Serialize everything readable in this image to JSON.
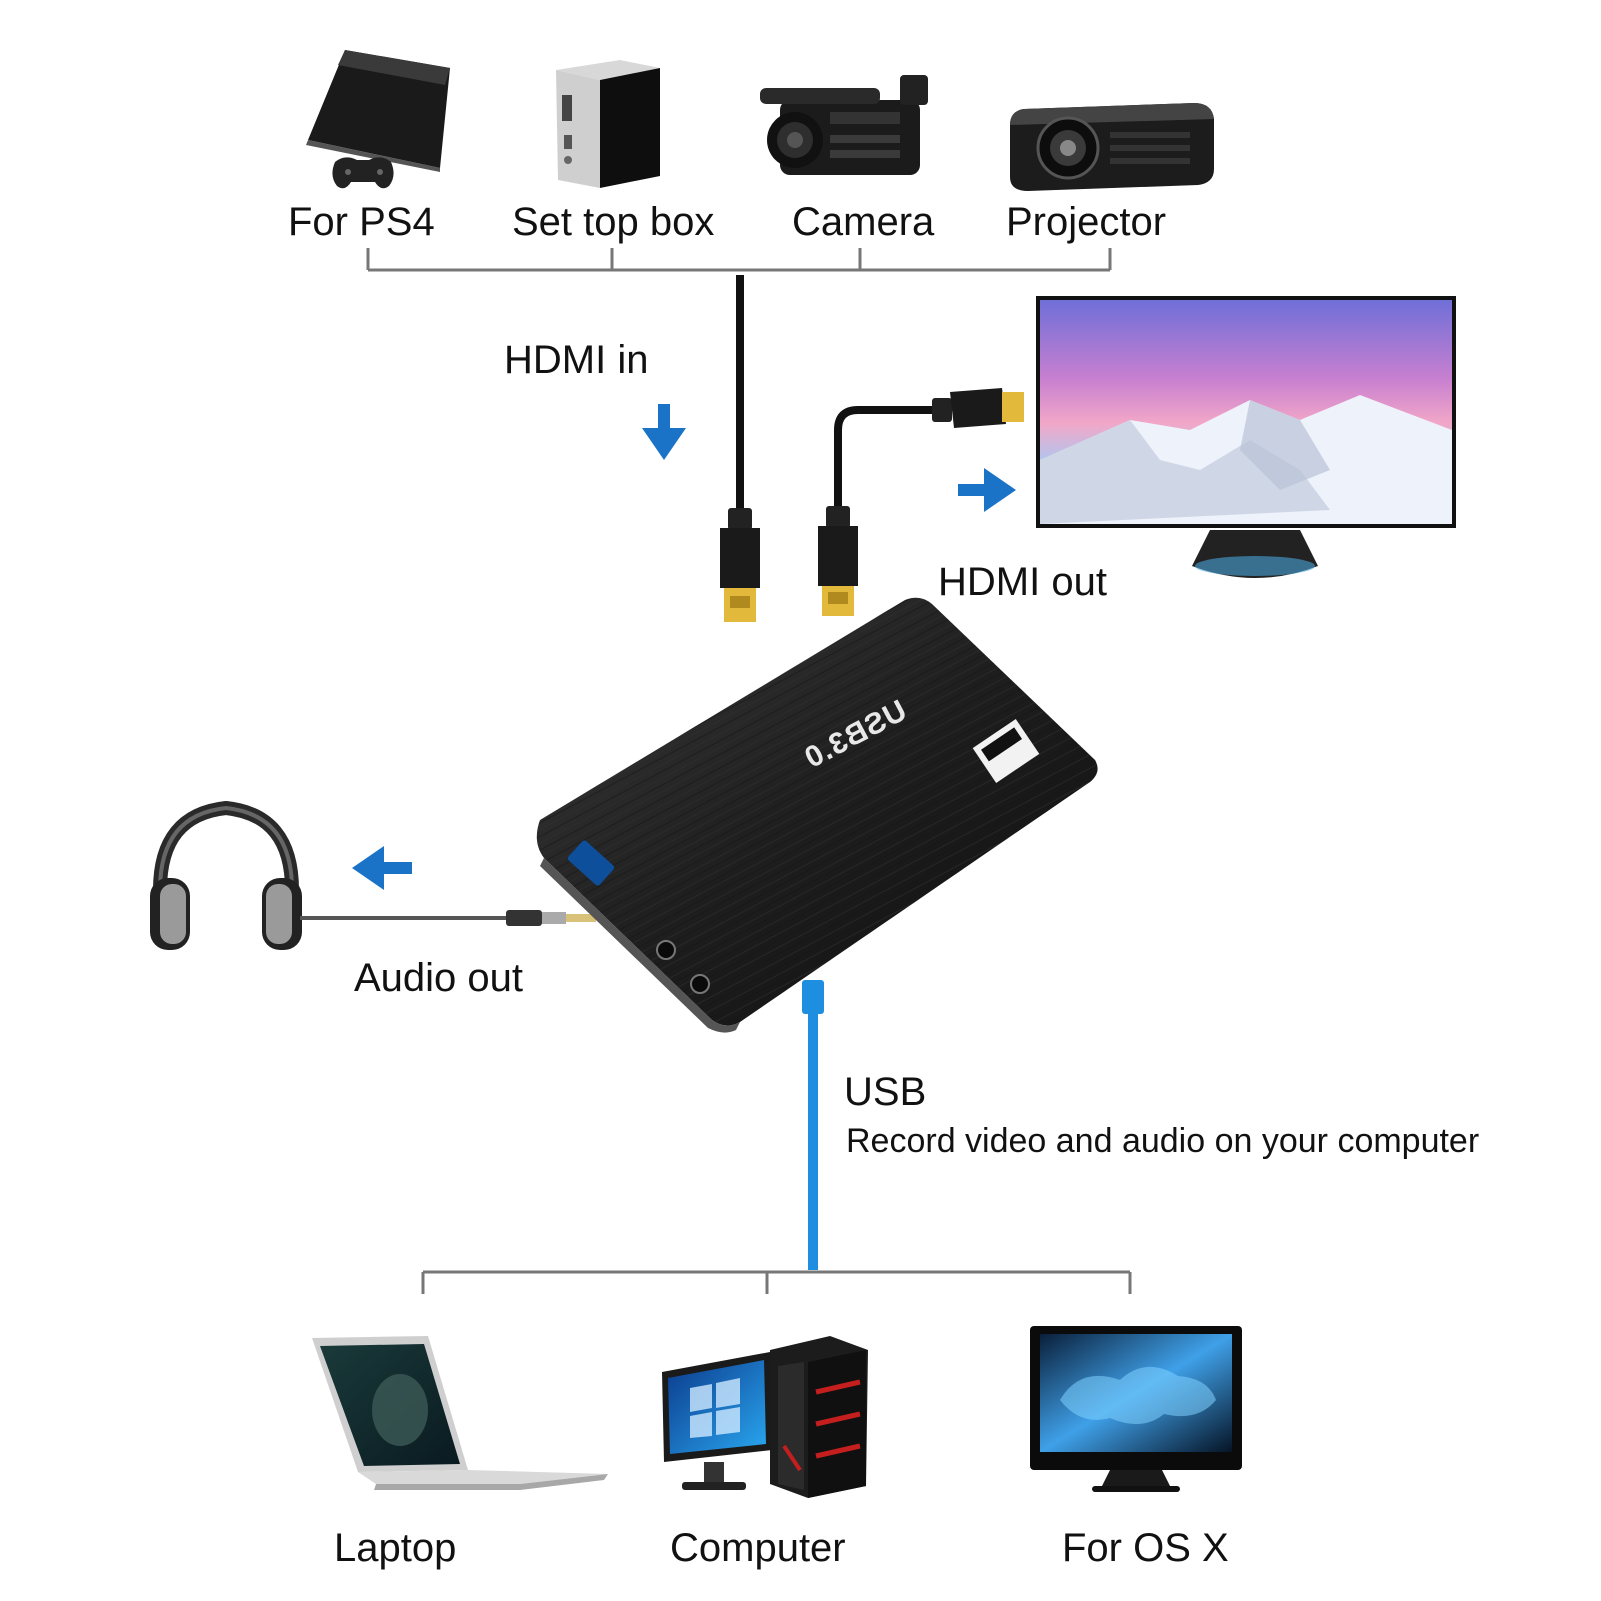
{
  "sources": {
    "ps4": "For PS4",
    "set_top_box": "Set top box",
    "camera": "Camera",
    "projector": "Projector"
  },
  "connections": {
    "hdmi_in": "HDMI in",
    "hdmi_out": "HDMI out",
    "audio_out": "Audio out",
    "usb": "USB",
    "usb_description": "Record video and audio on your computer"
  },
  "device": {
    "brand_text": "USB3.0"
  },
  "destinations": {
    "laptop": "Laptop",
    "computer": "Computer",
    "mac": "For OS X"
  },
  "colors": {
    "arrow": "#1a73c7",
    "usb_cable": "#1e8fe0",
    "bracket": "#777777",
    "device_body": "#1c1c1c",
    "hdmi_gold": "#e2b93b"
  },
  "icons": [
    "game-console-icon",
    "set-top-box-icon",
    "video-camera-icon",
    "projector-icon",
    "monitor-icon",
    "headphones-icon",
    "laptop-icon",
    "desktop-computer-icon",
    "imac-icon",
    "arrow-down-icon",
    "arrow-right-icon",
    "arrow-left-icon"
  ]
}
